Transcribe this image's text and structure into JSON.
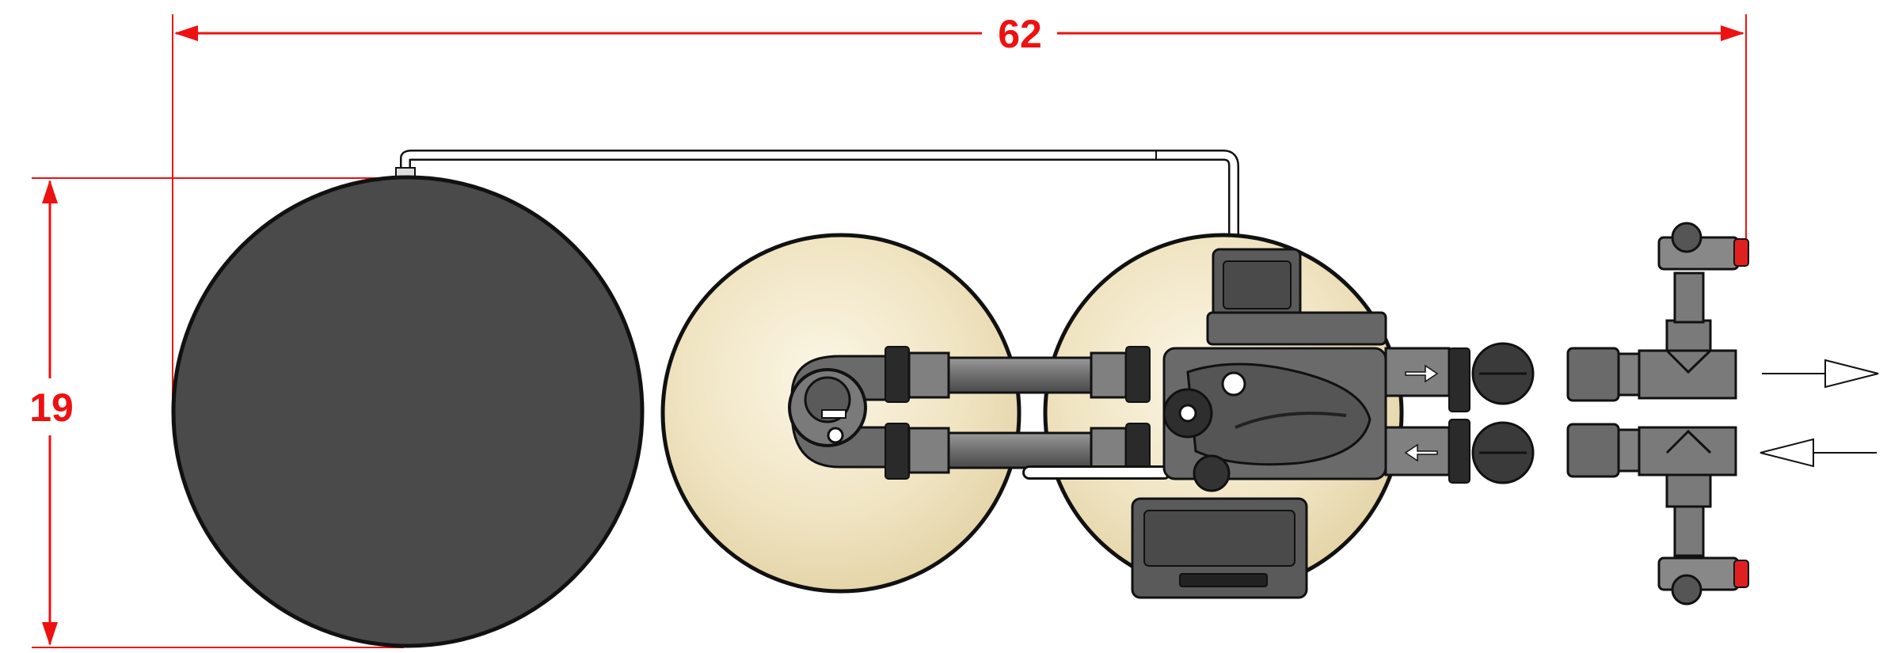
{
  "dimensions": {
    "width_label": "62",
    "height_label": "19",
    "color": "#ee1111"
  },
  "colors": {
    "brine_tank": "#4a4a4a",
    "resin_tank": "#f1e6c6",
    "pipe": "#7a7a7a",
    "pipe_dark": "#3a3a3a",
    "outline": "#111111",
    "valve_cap": "#e02020",
    "tube": "#ffffff"
  },
  "components": [
    {
      "name": "brine-tank",
      "icon": "circle"
    },
    {
      "name": "resin-tank-left",
      "icon": "circle"
    },
    {
      "name": "resin-tank-right",
      "icon": "circle"
    },
    {
      "name": "control-valve-head",
      "icon": "valve"
    },
    {
      "name": "bypass-manifold",
      "icon": "tee-fitting"
    },
    {
      "name": "brine-line",
      "icon": "tube"
    }
  ],
  "flow": {
    "outlet_arrow_icon": "arrow-right-icon",
    "inlet_arrow_icon": "arrow-left-icon"
  }
}
